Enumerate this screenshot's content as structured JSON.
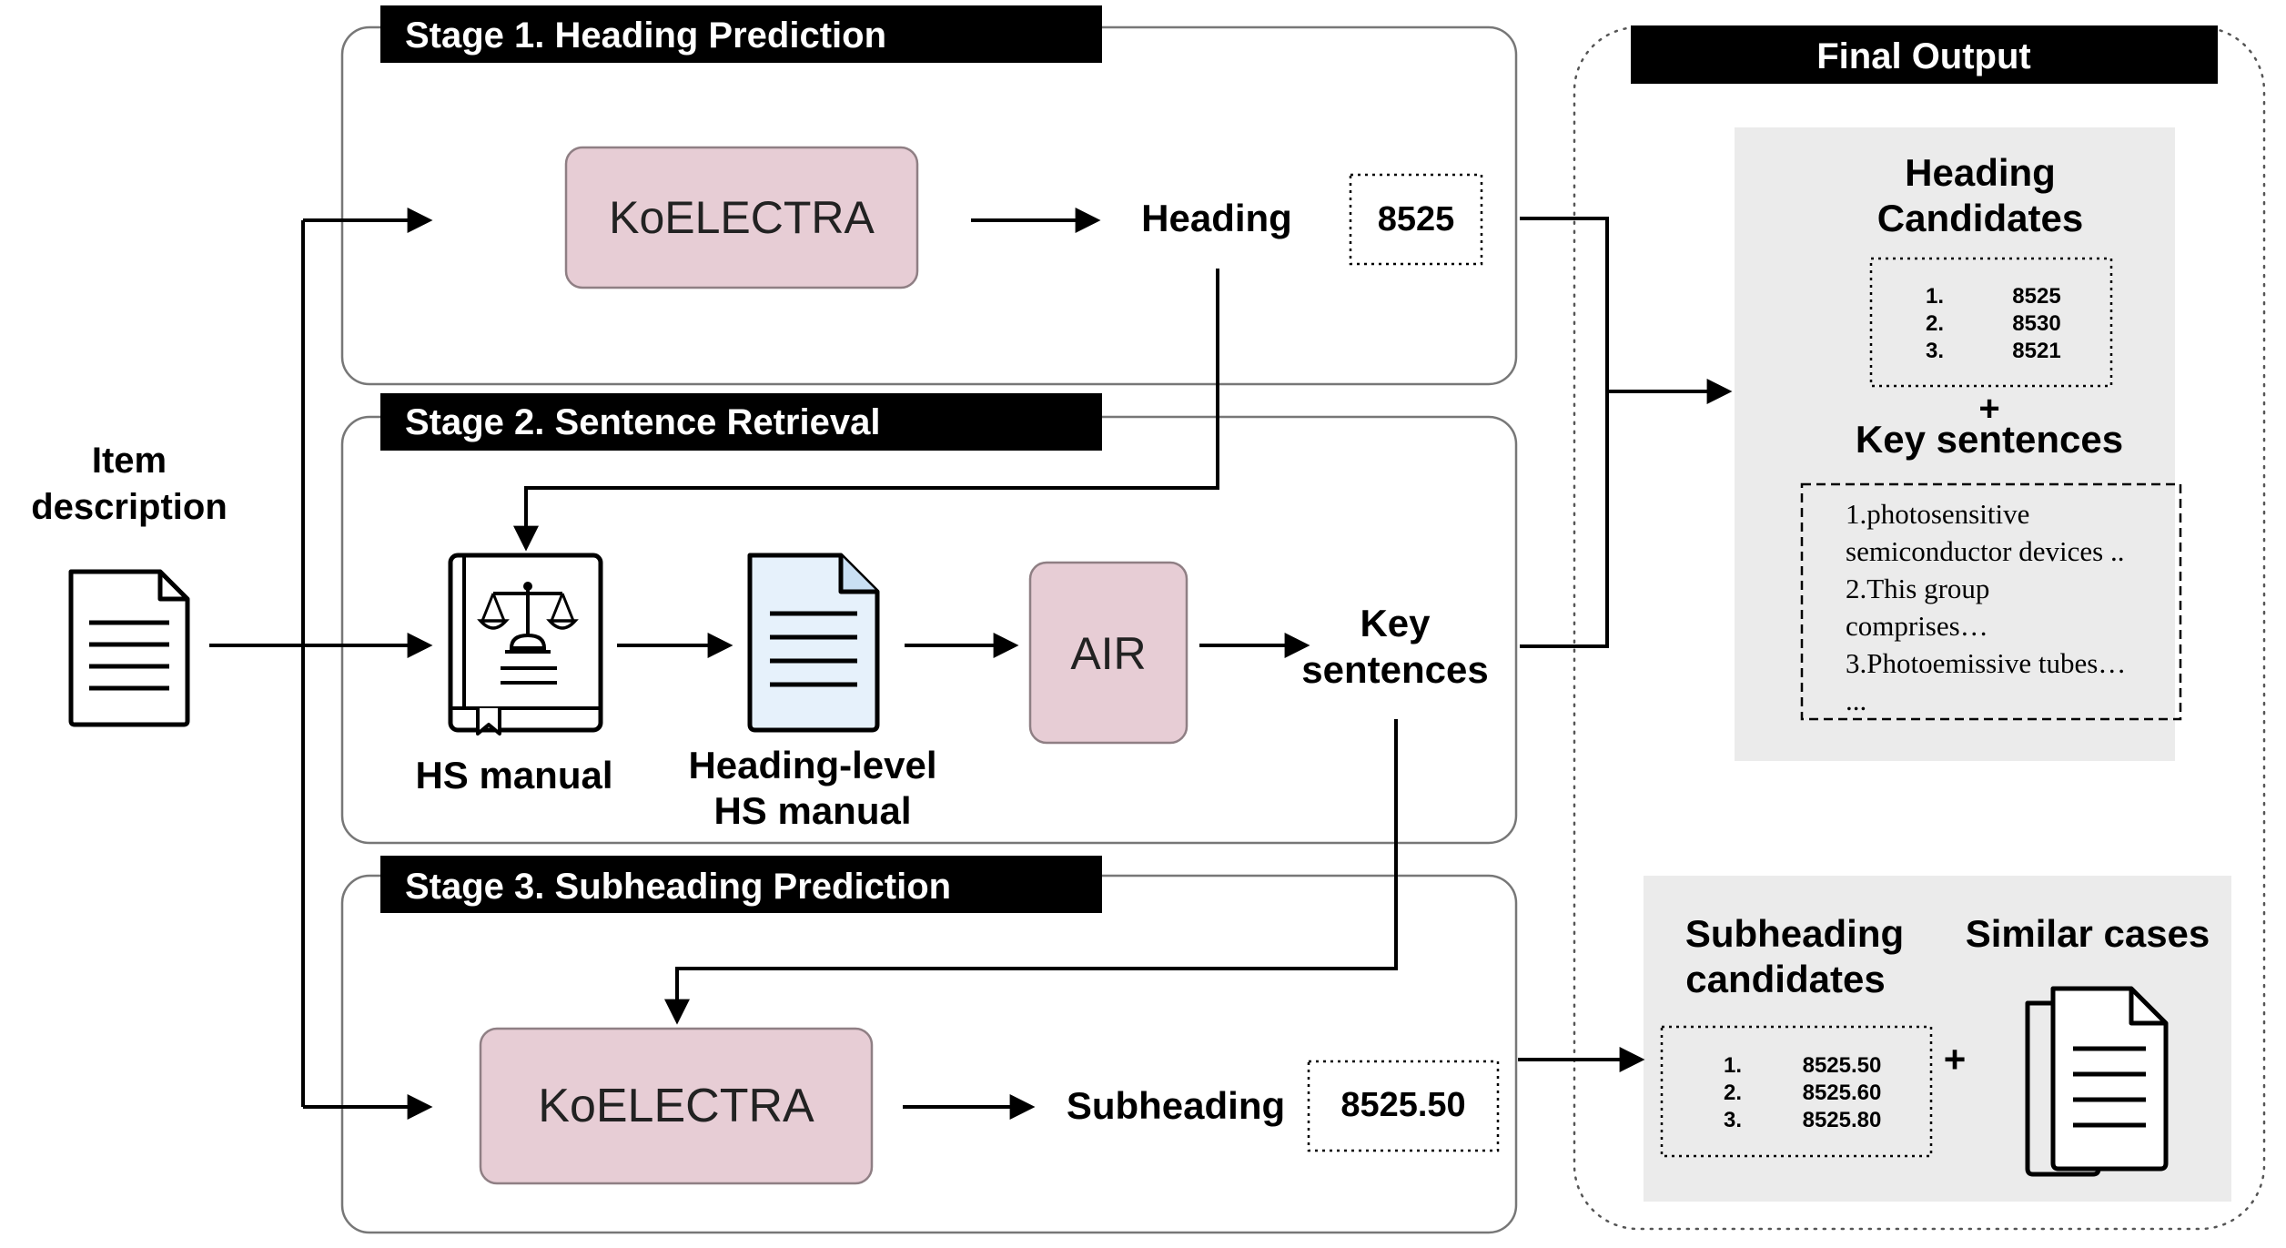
{
  "input": {
    "label_line1": "Item",
    "label_line2": "description",
    "icon": "document-icon"
  },
  "stage1": {
    "title": "Stage 1. Heading Prediction",
    "model": "KoELECTRA",
    "output_label": "Heading",
    "output_value": "8525"
  },
  "stage2": {
    "title": "Stage 2. Sentence Retrieval",
    "manual_label": "HS manual",
    "manual_icon": "law-book-icon",
    "heading_manual_line1": "Heading-level",
    "heading_manual_line2": "HS manual",
    "heading_manual_icon": "document-icon",
    "retriever": "AIR",
    "output_line1": "Key",
    "output_line2": "sentences"
  },
  "stage3": {
    "title": "Stage 3. Subheading Prediction",
    "model": "KoELECTRA",
    "output_label": "Subheading",
    "output_value": "8525.50"
  },
  "final": {
    "title": "Final Output",
    "heading_candidates_line1": "Heading",
    "heading_candidates_line2": "Candidates",
    "heading_list": [
      {
        "rank": "1.",
        "code": "8525"
      },
      {
        "rank": "2.",
        "code": "8530"
      },
      {
        "rank": "3.",
        "code": "8521"
      }
    ],
    "plus": "+",
    "key_sentences_title": "Key sentences",
    "key_sentences_lines": [
      "1.photosensitive",
      "semiconductor devices ..",
      "2.This group",
      "comprises…",
      "3.Photoemissive tubes…",
      "..."
    ],
    "subheading_candidates_line1": "Subheading",
    "subheading_candidates_line2": "candidates",
    "subheading_list": [
      {
        "rank": "1.",
        "code": "8525.50"
      },
      {
        "rank": "2.",
        "code": "8525.60"
      },
      {
        "rank": "3.",
        "code": "8525.80"
      }
    ],
    "similar_cases_title": "Similar cases",
    "similar_cases_icon": "copy-documents-icon"
  },
  "colors": {
    "model_fill": "#e7cdd5",
    "model_stroke": "#8f7f84",
    "doc_fill": "#e6f1fb",
    "panel_fill": "#ebebeb",
    "title_bar": "#000000",
    "frame_stroke": "#777777"
  }
}
